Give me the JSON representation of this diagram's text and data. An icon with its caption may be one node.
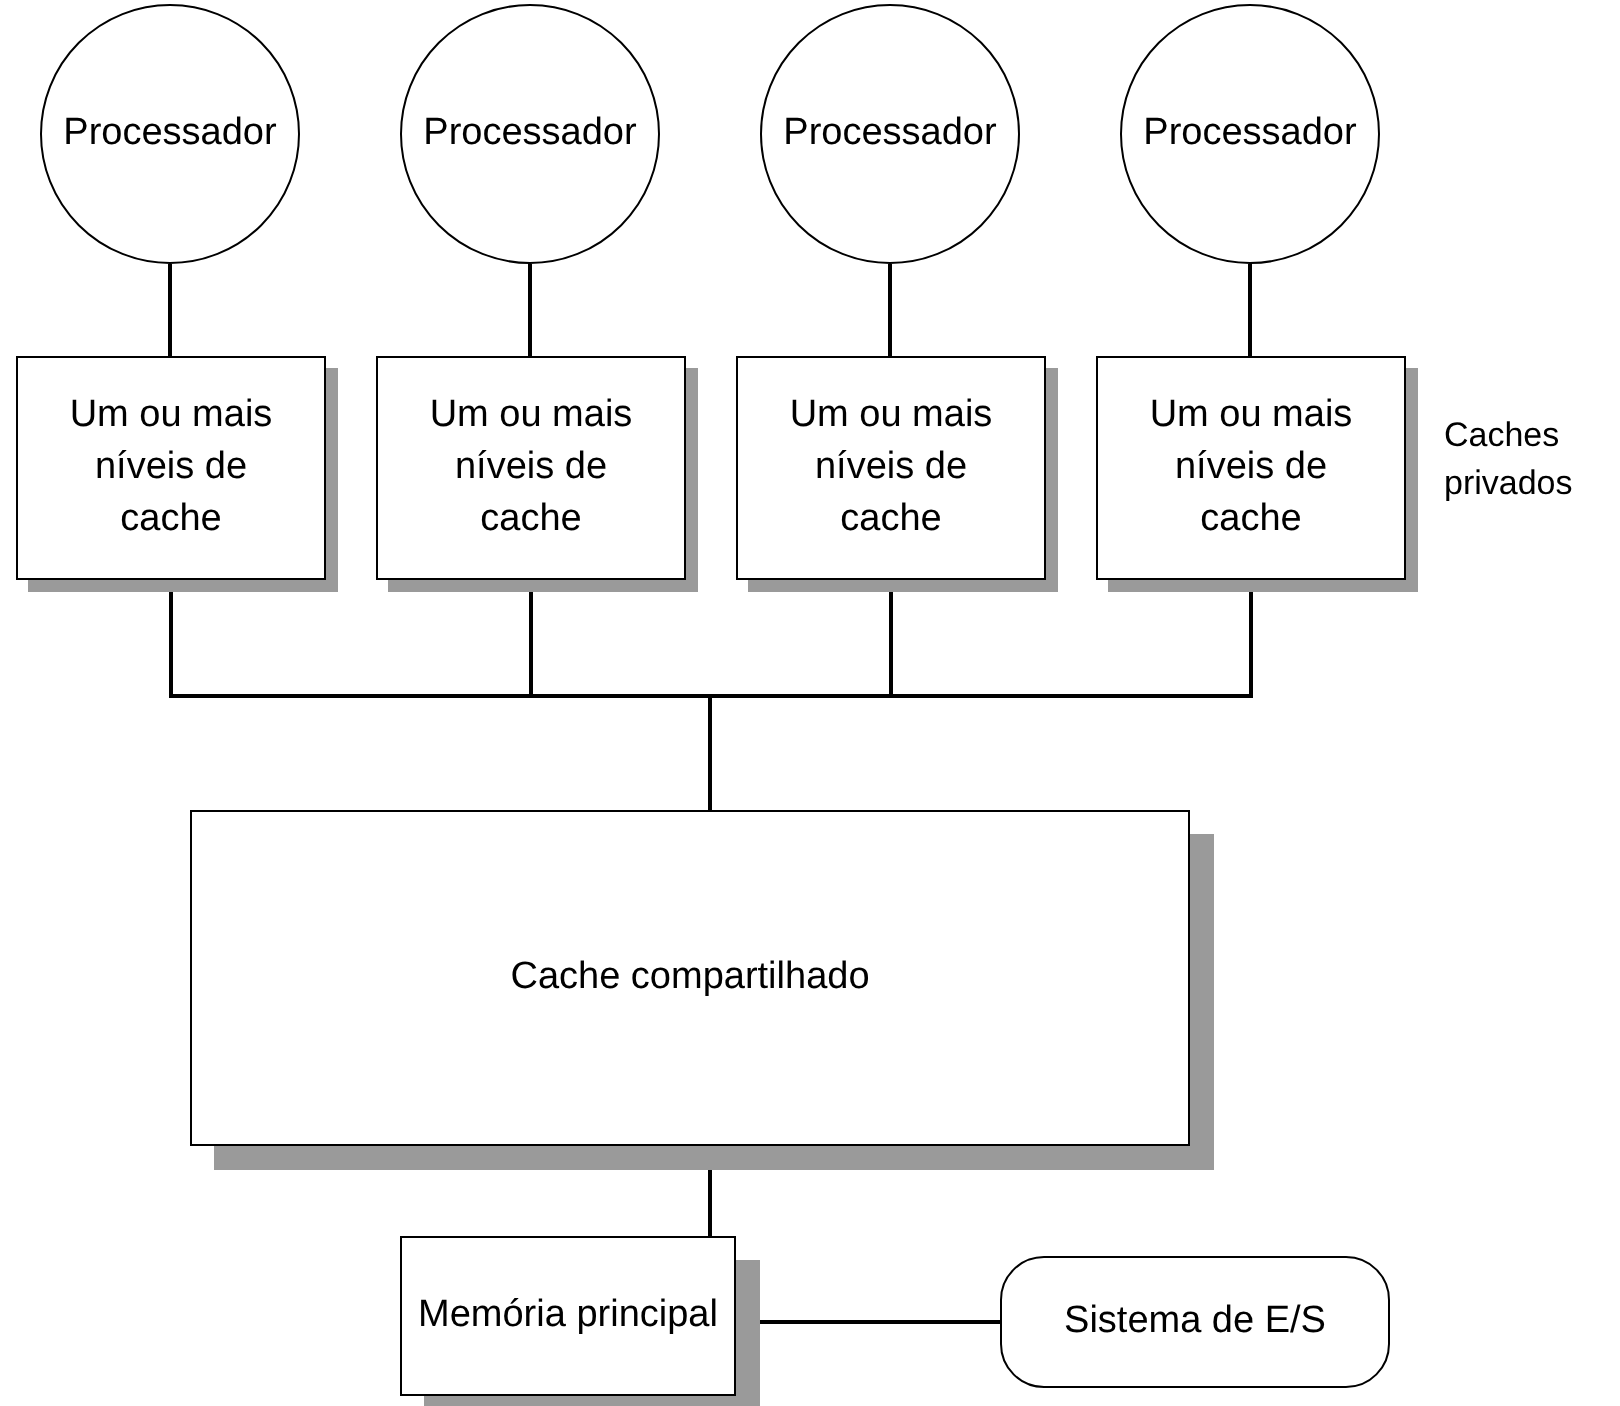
{
  "diagram": {
    "nodes": [
      {
        "text": [
          "Processador"
        ]
      },
      {
        "text": [
          "Processador"
        ]
      },
      {
        "text": [
          "Processador"
        ]
      },
      {
        "text": [
          "Processador"
        ]
      },
      {
        "text": [
          "Um ou mais níveis de cache"
        ]
      },
      {
        "text": [
          "Um ou mais níveis de cache"
        ]
      },
      {
        "text": [
          "Um ou mais níveis de cache"
        ]
      },
      {
        "text": [
          "Um ou mais níveis de cache"
        ]
      },
      {
        "text": [
          "Cache compartilhado"
        ]
      },
      {
        "text": [
          "Memória principal"
        ]
      },
      {
        "text": [
          "Sistema de E/S"
        ]
      }
    ],
    "edges": [
      {
        "from": 0,
        "to": 4,
        "arrow": "none"
      },
      {
        "from": 1,
        "to": 5,
        "arrow": "none"
      },
      {
        "from": 2,
        "to": 6,
        "arrow": "none"
      },
      {
        "from": 3,
        "to": 7,
        "arrow": "none"
      },
      {
        "from": 4,
        "to": 8,
        "arrow": "none"
      },
      {
        "from": 5,
        "to": 8,
        "arrow": "none"
      },
      {
        "from": 6,
        "to": 8,
        "arrow": "none"
      },
      {
        "from": 7,
        "to": 8,
        "arrow": "none"
      },
      {
        "from": 8,
        "to": 9,
        "arrow": "none"
      },
      {
        "from": 9,
        "to": 10,
        "arrow": "none"
      }
    ],
    "labels": [
      "Caches privados"
    ]
  }
}
